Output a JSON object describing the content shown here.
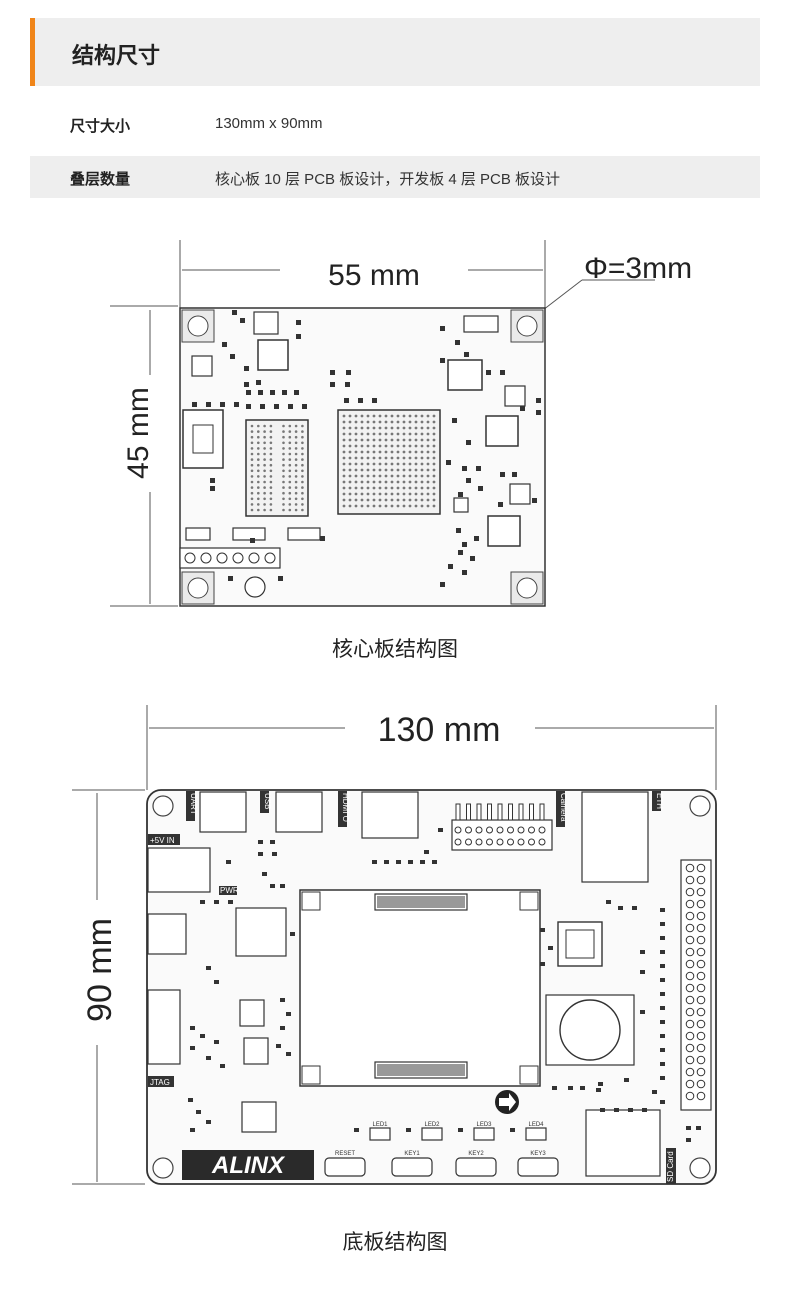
{
  "section": {
    "title": "结构尺寸",
    "accent_color": "#f08519"
  },
  "specs": [
    {
      "label": "尺寸大小",
      "value": "130mm x 90mm"
    },
    {
      "label": "叠层数量",
      "value": "核心板 10 层 PCB 板设计，开发板 4 层 PCB 板设计"
    }
  ],
  "core_board": {
    "width_label": "55 mm",
    "height_label": "45 mm",
    "hole_label": "Φ=3mm",
    "caption": "核心板结构图"
  },
  "base_board": {
    "width_label": "130 mm",
    "height_label": "90 mm",
    "labels": {
      "uart": "UART",
      "usb": "USB",
      "hdmi": "HDMI O",
      "camera": "Camera",
      "eth": "ETH",
      "power_in": "+5V IN",
      "pwr": "PWR",
      "jtag": "JTAG",
      "sd": "SD Card",
      "key_rst": "RESET",
      "key1": "KEY1",
      "key2": "KEY2",
      "key3": "KEY3",
      "led1": "LED1",
      "led2": "LED2",
      "led3": "LED3",
      "led4": "LED4"
    },
    "logo": "ALINX",
    "caption": "底板结构图"
  }
}
